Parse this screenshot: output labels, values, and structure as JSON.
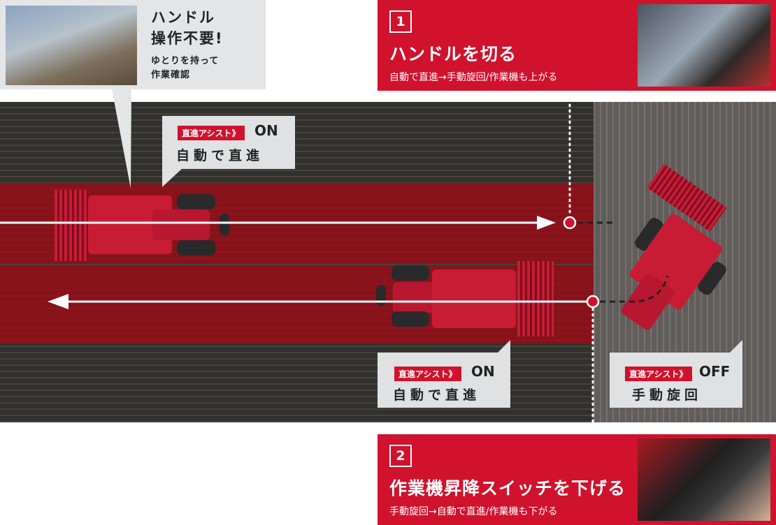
{
  "callout_top_left": {
    "headline_line1": "ハンドル",
    "headline_line2": "操作不要!",
    "sub_line1": "ゆとりを持って",
    "sub_line2": "作業確認"
  },
  "step1": {
    "number": "1",
    "title": "ハンドルを切る",
    "description": "自動で直進→手動旋回/作業機も上がる"
  },
  "step2": {
    "number": "2",
    "title": "作業機昇降スイッチを下げる",
    "description": "手動旋回→自動で直進/作業機も下がる"
  },
  "labels": {
    "upper_row": {
      "tag": "直進アシスト》",
      "state": "ON",
      "desc": "自動で直進"
    },
    "lower_row": {
      "tag": "直進アシスト》",
      "state": "ON",
      "desc": "自動で直進"
    },
    "turn": {
      "tag": "直進アシスト》",
      "state": "OFF",
      "desc": "手動旋回"
    }
  },
  "colors": {
    "accent_red": "#d0122d",
    "label_gray": "#dfe1e3",
    "field_dark": "#3b3835"
  }
}
